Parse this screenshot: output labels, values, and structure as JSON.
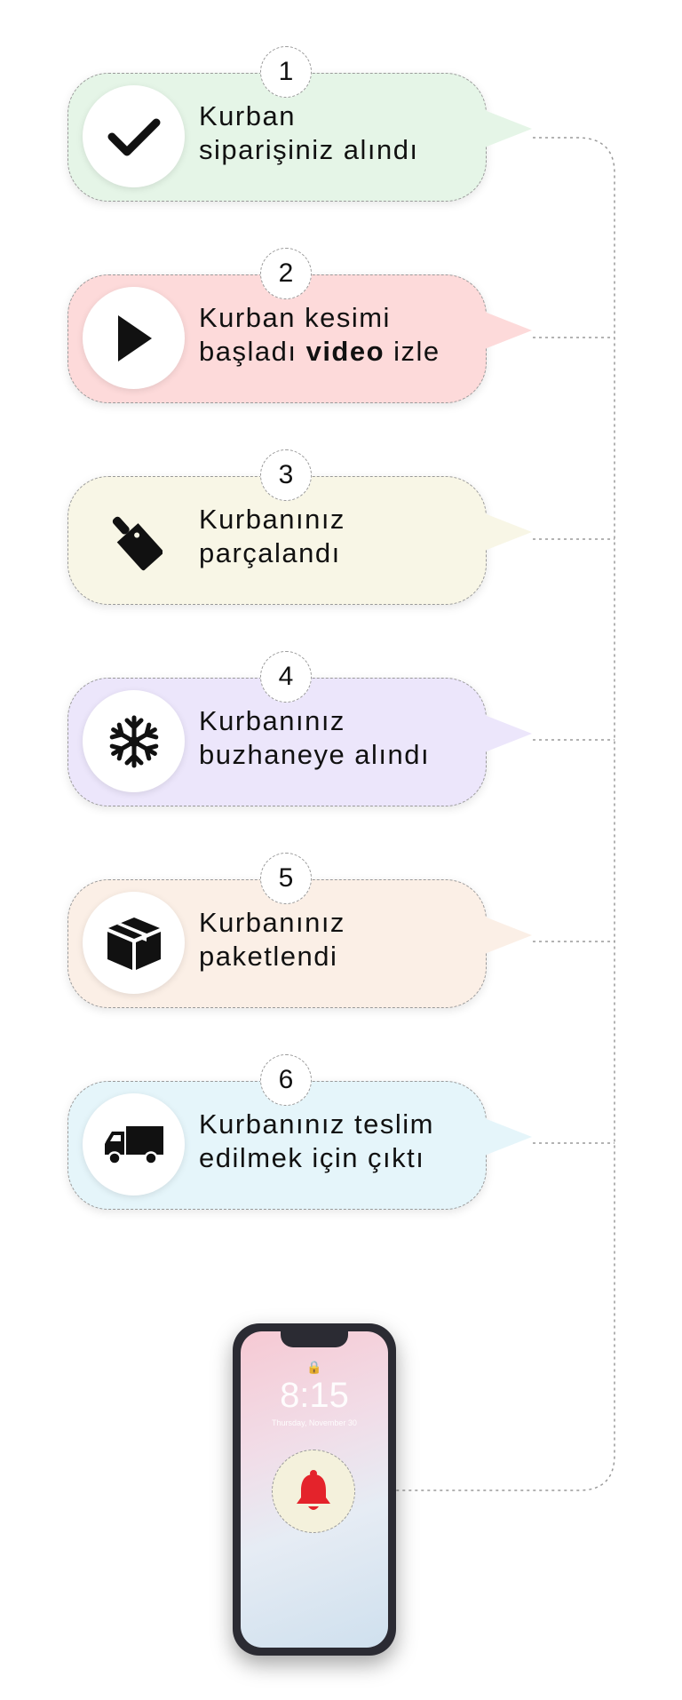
{
  "steps": [
    {
      "number": "1",
      "line1": "Kurban",
      "line2": "siparişiniz alındı",
      "icon": "check-icon",
      "color": "#e5f5e7"
    },
    {
      "number": "2",
      "line1": "Kurban kesimi",
      "line2_pre": "başladı ",
      "line2_bold": "video",
      "line2_post": " izle",
      "icon": "play-icon",
      "color": "#fddada"
    },
    {
      "number": "3",
      "line1": "Kurbanınız",
      "line2": "parçalandı",
      "icon": "cleaver-icon",
      "color": "#f8f6e6"
    },
    {
      "number": "4",
      "line1": "Kurbanınız",
      "line2": "buzhaneye alındı",
      "icon": "snowflake-icon",
      "color": "#ece6fb"
    },
    {
      "number": "5",
      "line1": "Kurbanınız",
      "line2": "paketlendi",
      "icon": "box-icon",
      "color": "#fbefe6"
    },
    {
      "number": "6",
      "line1": "Kurbanınız teslim",
      "line2": "edilmek için çıktı",
      "icon": "truck-icon",
      "color": "#e5f5fa"
    }
  ],
  "phone": {
    "time": "8:15",
    "date": "Thursday, November 30",
    "bell_icon": "bell-icon",
    "bell_color": "#e4232b",
    "bell_bg": "#f4f1dc"
  }
}
